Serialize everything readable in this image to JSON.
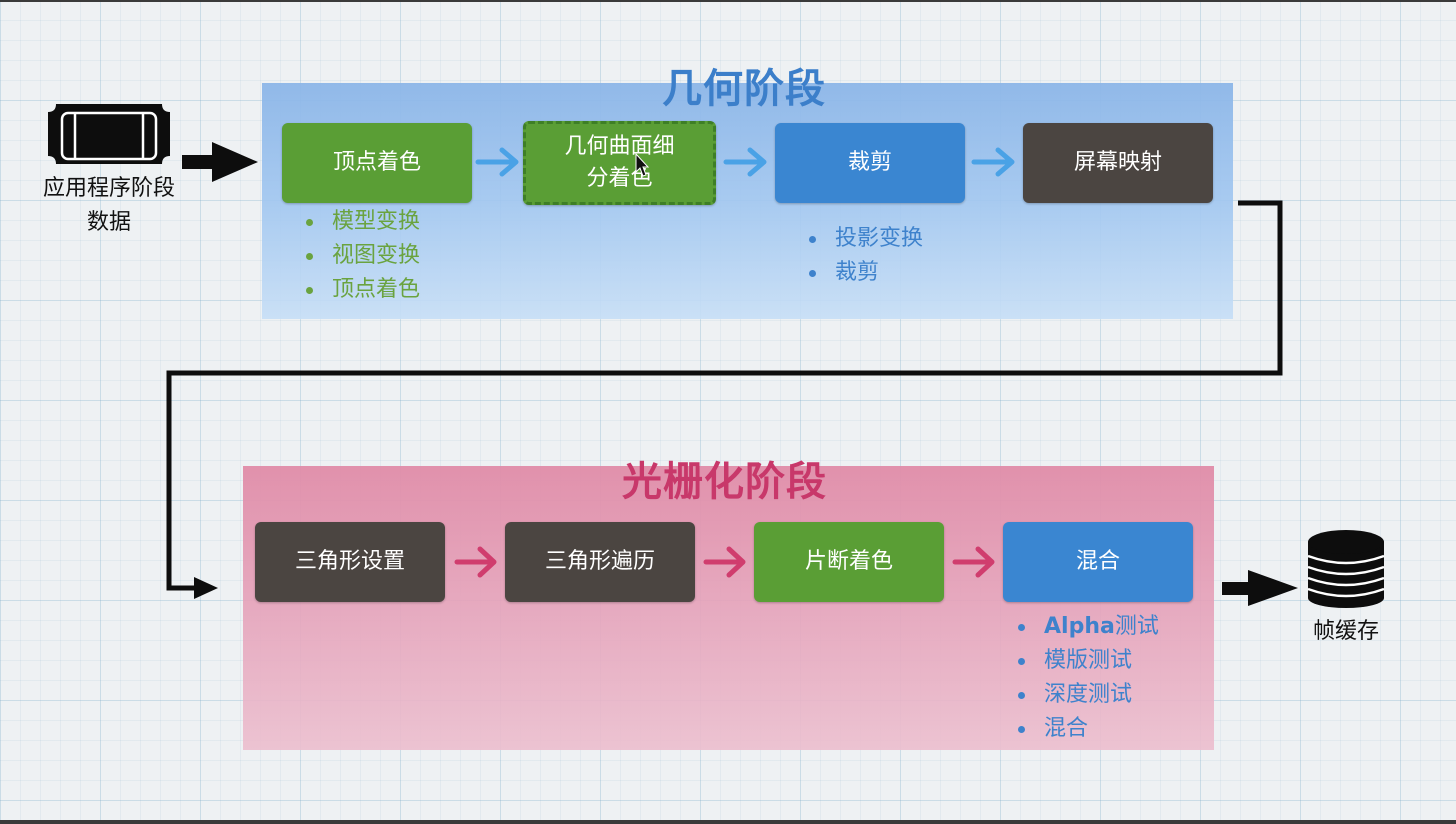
{
  "source": {
    "label_line1": "应用程序阶段",
    "label_line2": "数据"
  },
  "geometry_stage": {
    "title": "几何阶段",
    "boxes": {
      "vertex_shading": "顶点着色",
      "tessellation_line1": "几何曲面细",
      "tessellation_line2": "分着色",
      "clipping": "裁剪",
      "screen_mapping": "屏幕映射"
    },
    "vertex_bullets": [
      "模型变换",
      "视图变换",
      "顶点着色"
    ],
    "clipping_bullets": [
      "投影变换",
      "裁剪"
    ]
  },
  "raster_stage": {
    "title": "光栅化阶段",
    "boxes": {
      "triangle_setup": "三角形设置",
      "triangle_traversal": "三角形遍历",
      "fragment_shading": "片断着色",
      "merging": "混合"
    },
    "merge_bullets": {
      "alpha_bold": "Alpha",
      "alpha_rest": "测试",
      "stencil": "模版测试",
      "depth": "深度测试",
      "blend": "混合"
    }
  },
  "output": {
    "label": "帧缓存"
  },
  "colors": {
    "geometry_accent": "#3c7fca",
    "raster_accent": "#c8386a",
    "green_box": "#5a9e35",
    "blue_box": "#3a86d1",
    "dark_box": "#4b4541",
    "geo_arrow": "#4aa2e6",
    "ras_arrow": "#d03d6e"
  },
  "icons": [
    "ticket-icon",
    "database-icon",
    "mouse-cursor-icon"
  ]
}
